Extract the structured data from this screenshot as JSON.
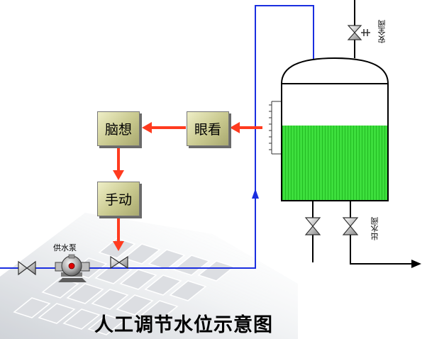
{
  "title": "人工调节水位示意图",
  "nodes": {
    "look": "眼看",
    "think": "脑想",
    "manual": "手动"
  },
  "labels": {
    "safety_valve": "安全阀",
    "outlet_valve": "出水阀",
    "supply_pump": "供水泵"
  },
  "colors": {
    "flow_arrow": "#ff3b1f",
    "pipe": "#1a2ee0",
    "water": "#33dd33",
    "node_fill": "#d6d6a4"
  }
}
